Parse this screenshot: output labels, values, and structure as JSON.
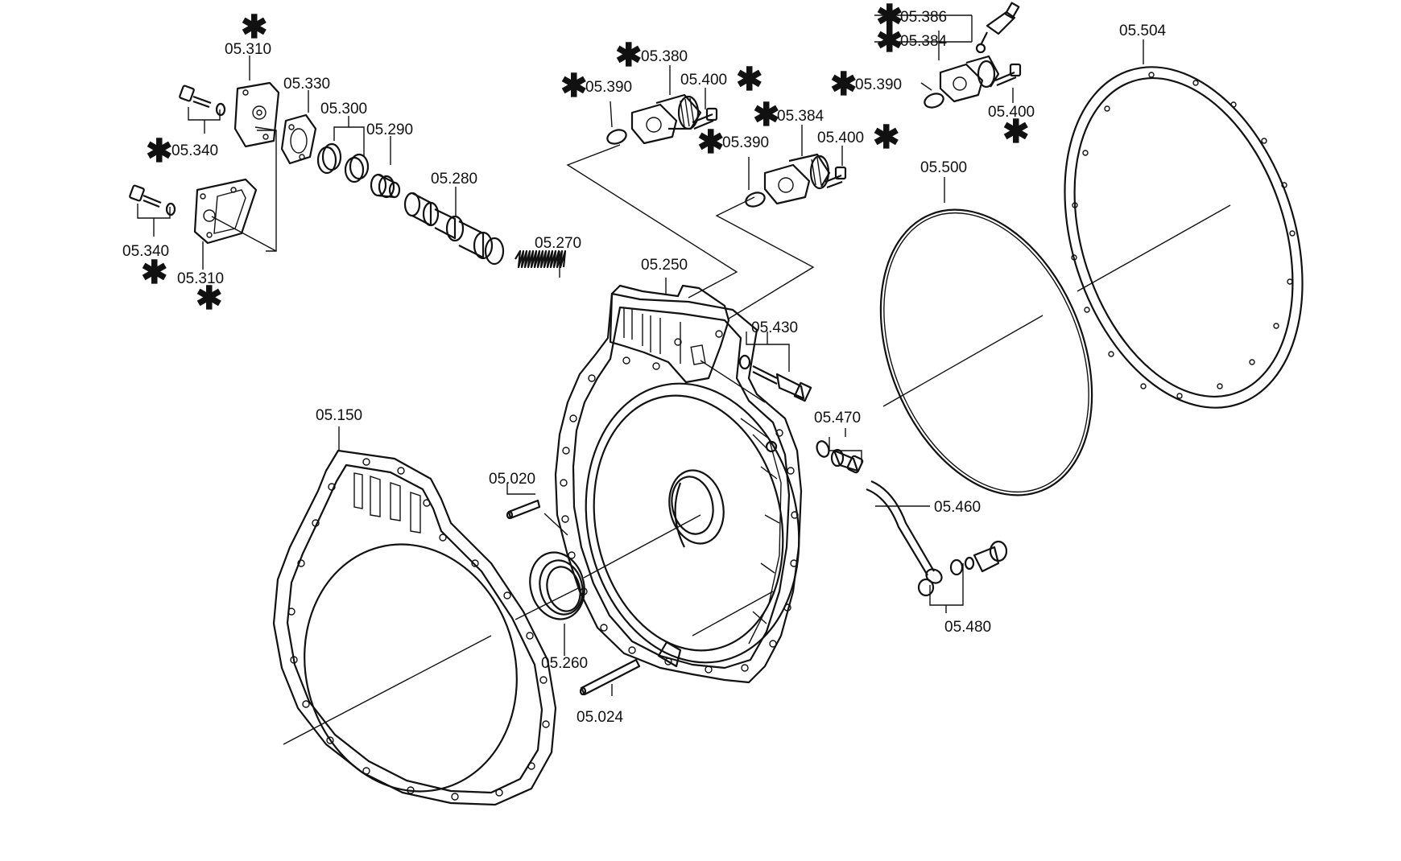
{
  "diagram": {
    "labels": {
      "p05_310_top": "05.310",
      "p05_330": "05.330",
      "p05_300": "05.300",
      "p05_290": "05.290",
      "p05_280": "05.280",
      "p05_340_top": "05.340",
      "p05_340_bottom": "05.340",
      "p05_310_bottom": "05.310",
      "p05_270": "05.270",
      "p05_390_a": "05.390",
      "p05_380": "05.380",
      "p05_400_a": "05.400",
      "p05_384_mid": "05.384",
      "p05_390_b": "05.390",
      "p05_400_b": "05.400",
      "p05_386": "05.386",
      "p05_384_top": "05.384",
      "p05_390_c": "05.390",
      "p05_400_c": "05.400",
      "p05_504": "05.504",
      "p05_500": "05.500",
      "p05_250": "05.250",
      "p05_430": "05.430",
      "p05_470": "05.470",
      "p05_460": "05.460",
      "p05_480": "05.480",
      "p05_150": "05.150",
      "p05_020": "05.020",
      "p05_260": "05.260",
      "p05_024": "05.024"
    },
    "asterisk": "✱"
  }
}
